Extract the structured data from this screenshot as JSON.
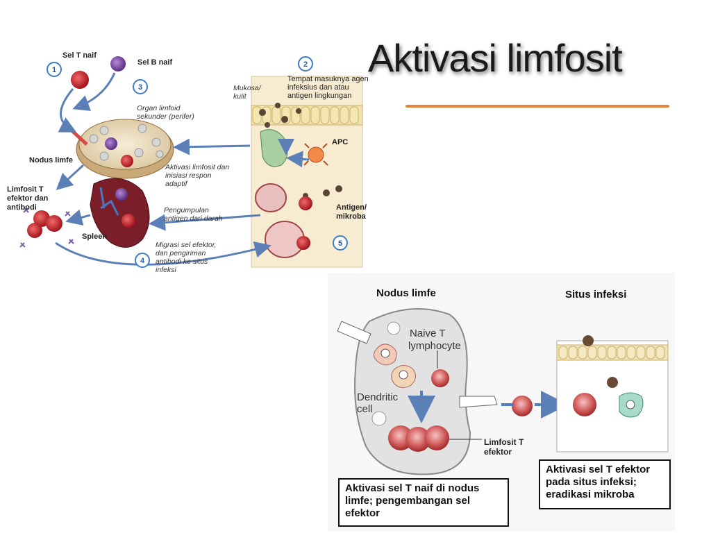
{
  "slide": {
    "title": "Aktivasi limfosit",
    "accent_color": "#e8823a"
  },
  "top_diagram": {
    "step_numbers": [
      "1",
      "2",
      "3",
      "4",
      "5"
    ],
    "labels": {
      "sel_t_naif": "Sel T naif",
      "sel_b_naif": "Sel B naif",
      "organ_limfoid_1": "Organ limfoid",
      "organ_limfoid_2": "sekunder (perifer)",
      "nodus_limfe": "Nodus limfe",
      "limfosit_1": "Limfosit T",
      "limfosit_2": "efektor dan",
      "limfosit_3": "antibodi",
      "spleen": "Spleen",
      "aktivasi_1": "Aktivasi limfosit dan",
      "aktivasi_2": "inisiasi respon",
      "aktivasi_3": "adaptif",
      "pengumpulan_1": "Pengumpulan",
      "pengumpulan_2": "antigen dari darah",
      "migrasi_1": "Migrasi sel efektor,",
      "migrasi_2": "dan pengiriman",
      "migrasi_3": "antibodi ke situs",
      "migrasi_4": "infeksi",
      "mukosa_1": "Mukosa/",
      "mukosa_2": "kulit",
      "tempat_1": "Tempat masuknya agen",
      "tempat_2": "infeksius dan atau",
      "tempat_3": "antigen lingkungan",
      "apc": "APC",
      "antigen_1": "Antigen/",
      "antigen_2": "mikroba"
    }
  },
  "bottom_diagram": {
    "header_left": "Nodus limfe",
    "header_right": "Situs infeksi",
    "naive_1": "Naive T",
    "naive_2": "lymphocyte",
    "dendritic_1": "Dendritic",
    "dendritic_2": "cell",
    "limfosit_efektor_1": "Limfosit T",
    "limfosit_efektor_2": "efektor",
    "box_left": "Aktivasi sel T naif di nodus limfe; pengembangan sel efektor",
    "box_right": "Aktivasi sel T efektor pada situs infeksi; eradikasi mikroba"
  }
}
